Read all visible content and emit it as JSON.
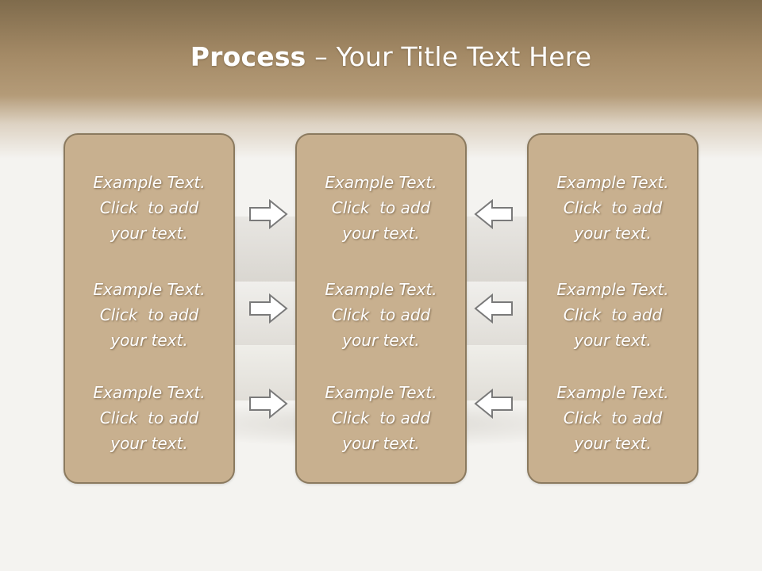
{
  "slide": {
    "title_bold": "Process",
    "title_rest": " – Your Title Text Here"
  },
  "columns": [
    {
      "items": [
        "Example Text.\nClick  to add\nyour text.",
        "Example Text.\nClick  to add\nyour text.",
        "Example Text.\nClick  to add\nyour text."
      ]
    },
    {
      "items": [
        "Example Text.\nClick  to add\nyour text.",
        "Example Text.\nClick  to add\nyour text.",
        "Example Text.\nClick  to add\nyour text."
      ]
    },
    {
      "items": [
        "Example Text.\nClick  to add\nyour text.",
        "Example Text.\nClick  to add\nyour text.",
        "Example Text.\nClick  to add\nyour text."
      ]
    }
  ],
  "arrows": {
    "left_side": "arrow-right-icon",
    "right_side": "arrow-left-icon"
  },
  "colors": {
    "box_fill": "#c8b08f",
    "box_border": "#8b7a5f",
    "header_top": "#7f6b4c",
    "background": "#f4f3f0"
  }
}
